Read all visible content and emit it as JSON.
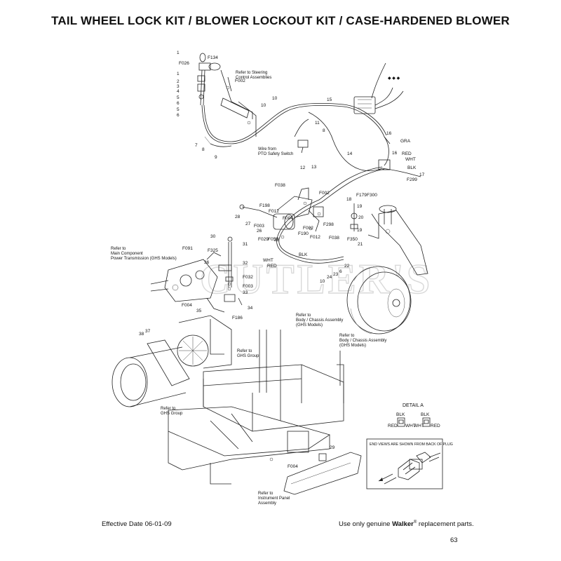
{
  "title": "TAIL WHEEL LOCK KIT / BLOWER LOCKOUT KIT / CASE-HARDENED BLOWER",
  "watermark": "CUTLER'S",
  "callouts": {
    "c1": "1",
    "c1b": "1",
    "c2": "2",
    "c3": "3",
    "c4": "4",
    "c5": "5",
    "c5b": "5",
    "c6": "6",
    "c6b": "6",
    "c7": "7",
    "c8": "8",
    "c8b": "8",
    "c9": "9",
    "c10": "10",
    "c10b": "10",
    "c10c": "10",
    "c11": "11",
    "c12": "12",
    "c13": "13",
    "c14": "14",
    "c15": "15",
    "c16": "16",
    "c16b": "16",
    "c17": "17",
    "c18": "18",
    "c19": "19",
    "c19b": "19",
    "c20": "20",
    "c21": "21",
    "c22": "22",
    "c23": "23",
    "c24": "24",
    "c25": "25",
    "c26": "26",
    "c27": "27",
    "c28": "28",
    "c29": "29",
    "c30": "30",
    "c31": "31",
    "c32": "32",
    "c33": "33",
    "c34": "34",
    "c35": "35",
    "c36": "36",
    "c37": "37",
    "c38": "38",
    "F026": "F026",
    "F134": "F134",
    "F002a": "F002",
    "F002b": "F002",
    "F002c": "F002",
    "F038a": "F038",
    "F038b": "F038",
    "F198": "F198",
    "F012a": "F012",
    "F012b": "F012",
    "F004a": "F004",
    "F004b": "F004",
    "F004c": "F004",
    "F003a": "F003",
    "F003b": "F003",
    "F029": "F029",
    "F050": "F050",
    "F190": "F190",
    "F298": "F298",
    "F179": "F179",
    "F300": "F300",
    "F299": "F299",
    "F350": "F350",
    "F091": "F091",
    "F325": "F325",
    "F032": "F032",
    "F186": "F186",
    "GRA": "GRA",
    "RED": "RED",
    "WHT": "WHT",
    "BLK": "BLK",
    "BLK2": "BLK",
    "WHT2": "WHT",
    "RED2": "RED"
  },
  "notes": {
    "steering_1": "Refer to Steering",
    "steering_2": "Control Assemblies",
    "pto_1": "Wire from",
    "pto_2": "PTO Safety Switch",
    "main_1": "Refer to",
    "main_2": "Main Component",
    "main_3": "Power Transmission (GHS Models)",
    "body1_1": "Refer to",
    "body1_2": "Body / Chassis Assembly",
    "body1_3": "(GHS Models)",
    "body2_1": "Refer to",
    "body2_2": "Body / Chassis Assembly",
    "body2_3": "(GHS Models)",
    "ghs1_1": "Refer to",
    "ghs1_2": "GHS Group",
    "ghs2_1": "Refer to",
    "ghs2_2": "GHS Group",
    "panel_1": "Refer to",
    "panel_2": "Instrument Panel",
    "panel_3": "Assembly"
  },
  "detail_a": {
    "title": "DETAIL A",
    "left_top": "BLK",
    "left_left": "RED",
    "left_right": "WHT",
    "right_top": "BLK",
    "right_left": "WHT",
    "right_right": "RED"
  },
  "plug_note": "END VIEWS ARE SHOWN FROM BACK OF PLUG",
  "footer": {
    "effective_date": "Effective Date 06-01-09",
    "replacement_pre": "Use only genuine ",
    "brand": "Walker",
    "reg": "®",
    "replacement_post": " replacement parts.",
    "page_number": "63"
  }
}
